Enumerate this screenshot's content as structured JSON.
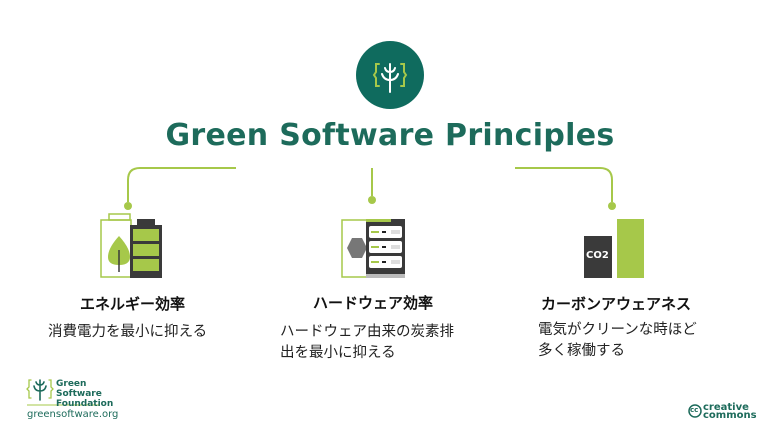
{
  "title": "Green Software Principles",
  "colors": {
    "brand": "#0f6b5e",
    "accent": "#a6c84a",
    "dark": "#3a3a3a"
  },
  "principles": [
    {
      "heading": "エネルギー効率",
      "description": "消費電力を最小に抑える",
      "icon": "battery-leaf-icon"
    },
    {
      "heading": "ハードウェア効率",
      "description_lines": [
        "ハードウェア由来の炭素排",
        "出を最小に抑える"
      ],
      "icon": "server-icon"
    },
    {
      "heading": "カーボンアウェアネス",
      "description_lines": [
        "電気がクリーンな時ほど",
        "多く稼働する"
      ],
      "icon": "co2-bars-icon",
      "co2_label": "CO2"
    }
  ],
  "footer": {
    "logo_lines": [
      "Green",
      "Software",
      "Foundation"
    ],
    "url": "greensoftware.org",
    "cc_lines": [
      "creative",
      "commons"
    ],
    "cc_mark": "cc"
  }
}
